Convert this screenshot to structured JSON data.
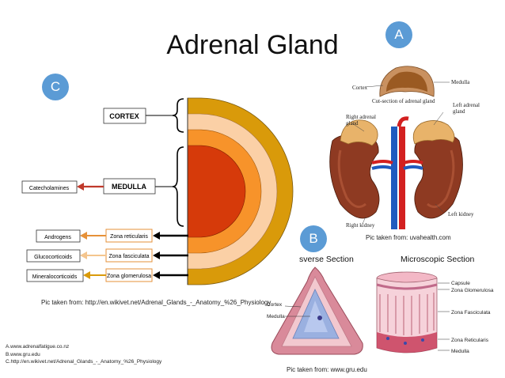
{
  "title": "Adrenal Gland",
  "markers": {
    "a": "A",
    "b": "B",
    "c": "C"
  },
  "diagram_c": {
    "cortex": "CORTEX",
    "medulla": "MEDULLA",
    "catecholamines": "Catecholamines",
    "androgens": "Androgens",
    "glucocorticoids": "Glucocorticoids",
    "mineralocorticoids": "Mineralocorticoids",
    "zona_reticularis": "Zona reticularis",
    "zona_fasciculata": "Zona fasciculata",
    "zona_glomerulosa": "Zona glomerulosa",
    "caption": "Pic taken from: http://en.wikivet.net/Adrenal_Glands_-_Anatomy_%26_Physiology"
  },
  "figure_a": {
    "cortex": "Cortex",
    "medulla": "Medulla",
    "cut_section": "Cut-section of adrenal gland",
    "right_adrenal_1": "Right adrenal",
    "right_adrenal_2": "gland",
    "left_adrenal_1": "Left adrenal",
    "left_adrenal_2": "gland",
    "right_kidney": "Right kidney",
    "left_kidney": "Left kidney",
    "caption": "Pic taken from: uvahealth.com"
  },
  "figure_b": {
    "transverse_heading": "sverse Section",
    "microscopic_heading": "Microscopic Section",
    "cortex": "Cortex",
    "medulla": "Medulla",
    "capsule": "Capsule",
    "zona_glomerulosa": "Zona Glomerulosa",
    "zona_fasciculata": "Zona Fasciculata",
    "zona_reticularis": "Zona Reticularis",
    "medulla_right": "Medulla",
    "caption": "Pic taken from: www.gru.edu"
  },
  "references": [
    "A.www.adrenalfatigue.co.nz",
    "B.www.gru.edu",
    "C.http://en.wikivet.net/Adrenal_Glands_-_Anatomy_%26_Physiology"
  ],
  "colors": {
    "marker_blue": "#5b9bd5",
    "capsule_gold": "#d99a0a",
    "zona_glomerulosa": "#fbd0a6",
    "zona_fasciculata": "#f7932a",
    "medulla_red": "#d63a0a",
    "arrow_red": "#c0392b",
    "arrow_orange": "#e69138",
    "arrow_peach": "#f4c58e"
  }
}
